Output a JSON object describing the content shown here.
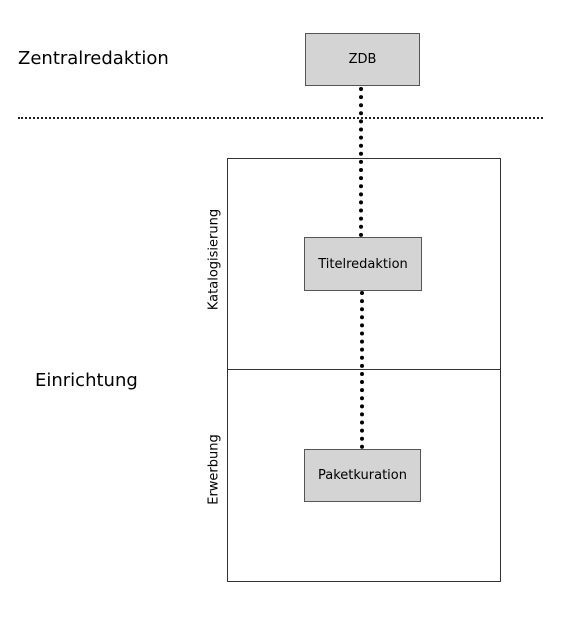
{
  "levels": {
    "top_label": "Zentralredaktion",
    "bottom_label": "Einrichtung"
  },
  "sections": {
    "upper_label": "Katalogisierung",
    "lower_label": "Erwerbung"
  },
  "nodes": {
    "zdb": "ZDB",
    "titelredaktion": "Titelredaktion",
    "paketkuration": "Paketkuration"
  },
  "colors": {
    "node_fill": "#d4d4d4",
    "line": "#000000"
  }
}
